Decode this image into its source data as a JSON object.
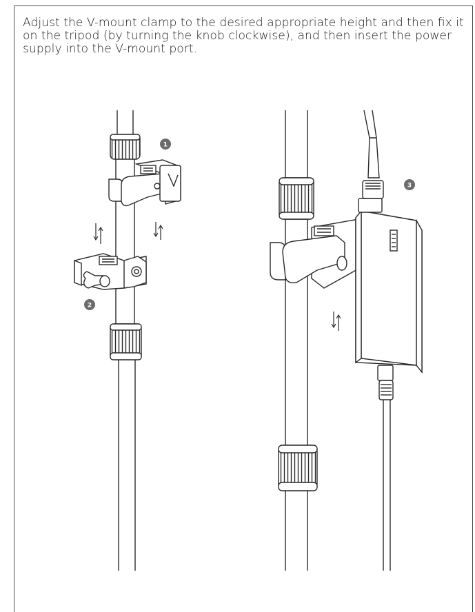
{
  "instruction": {
    "text": "Adjust the V-mount clamp to the desired appropriate height and then fix it on the tripod (by turning the knob clockwise), and then insert the power supply into the V-mount port."
  },
  "badges": {
    "step1": "1",
    "step2": "2",
    "step3": "3"
  },
  "colors": {
    "line": "#2a2a2a",
    "badge": "#6b6b6b",
    "frame": "#4a4a4a"
  }
}
